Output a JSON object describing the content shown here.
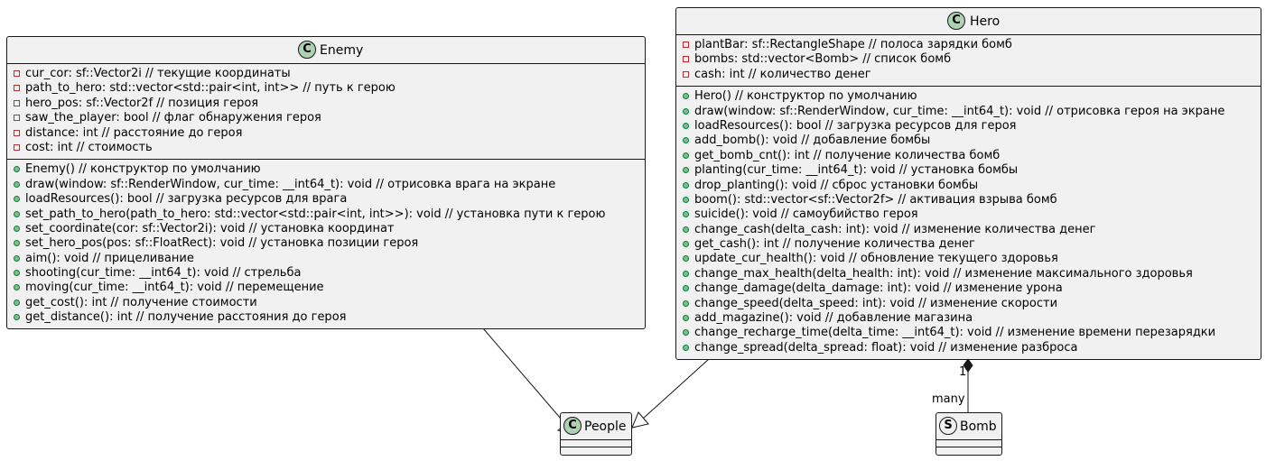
{
  "classes": {
    "enemy": {
      "name": "Enemy",
      "stereotype": "C",
      "fields": [
        {
          "vis": "private",
          "text": "cur_cor: sf::Vector2i // текущие координаты"
        },
        {
          "vis": "private",
          "text": "path_to_hero: std::vector<std::pair<int, int>> // путь к герою"
        },
        {
          "vis": "private",
          "text": "hero_pos: sf::Vector2f // позиция героя"
        },
        {
          "vis": "private",
          "text": "saw_the_player: bool // флаг обнаружения героя"
        },
        {
          "vis": "private",
          "text": "distance: int // расстояние до героя"
        },
        {
          "vis": "private",
          "text": "cost: int // стоимость"
        }
      ],
      "methods": [
        {
          "vis": "public",
          "text": "Enemy() // конструктор по умолчанию"
        },
        {
          "vis": "public",
          "text": "draw(window: sf::RenderWindow, cur_time: __int64_t): void // отрисовка врага на экране"
        },
        {
          "vis": "public",
          "text": "loadResources(): bool // загрузка ресурсов для врага"
        },
        {
          "vis": "public",
          "text": "set_path_to_hero(path_to_hero: std::vector<std::pair<int, int>>): void // установка пути к герою"
        },
        {
          "vis": "public",
          "text": "set_coordinate(cor: sf::Vector2i): void // установка координат"
        },
        {
          "vis": "public",
          "text": "set_hero_pos(pos: sf::FloatRect): void // установка позиции героя"
        },
        {
          "vis": "public",
          "text": "aim(): void // прицеливание"
        },
        {
          "vis": "public",
          "text": "shooting(cur_time: __int64_t): void // стрельба"
        },
        {
          "vis": "public",
          "text": "moving(cur_time: __int64_t): void // перемещение"
        },
        {
          "vis": "public",
          "text": "get_cost(): int // получение стоимости"
        },
        {
          "vis": "public",
          "text": "get_distance(): int // получение расстояния до героя"
        }
      ]
    },
    "hero": {
      "name": "Hero",
      "stereotype": "C",
      "fields": [
        {
          "vis": "private",
          "text": "plantBar: sf::RectangleShape // полоса зарядки бомб"
        },
        {
          "vis": "private",
          "text": "bombs: std::vector<Bomb> // список бомб"
        },
        {
          "vis": "private",
          "text": "cash: int // количество денег"
        }
      ],
      "methods": [
        {
          "vis": "public",
          "text": "Hero() // конструктор по умолчанию"
        },
        {
          "vis": "public",
          "text": "draw(window: sf::RenderWindow, cur_time: __int64_t): void // отрисовка героя на экране"
        },
        {
          "vis": "public",
          "text": "loadResources(): bool // загрузка ресурсов для героя"
        },
        {
          "vis": "public",
          "text": "add_bomb(): void // добавление бомбы"
        },
        {
          "vis": "public",
          "text": "get_bomb_cnt(): int // получение количества бомб"
        },
        {
          "vis": "public",
          "text": "planting(cur_time: __int64_t): void // установка бомбы"
        },
        {
          "vis": "public",
          "text": "drop_planting(): void // сброс установки бомбы"
        },
        {
          "vis": "public",
          "text": "boom(): std::vector<sf::Vector2f> // активация взрыва бомб"
        },
        {
          "vis": "public",
          "text": "suicide(): void // самоубийство героя"
        },
        {
          "vis": "public",
          "text": "change_cash(delta_cash: int): void // изменение количества денег"
        },
        {
          "vis": "public",
          "text": "get_cash(): int // получение количества денег"
        },
        {
          "vis": "public",
          "text": "update_cur_health(): void // обновление текущего здоровья"
        },
        {
          "vis": "public",
          "text": "change_max_health(delta_health: int): void // изменение максимального здоровья"
        },
        {
          "vis": "public",
          "text": "change_damage(delta_damage: int): void // изменение урона"
        },
        {
          "vis": "public",
          "text": "change_speed(delta_speed: int): void // изменение скорости"
        },
        {
          "vis": "public",
          "text": "add_magazine(): void // добавление магазина"
        },
        {
          "vis": "public",
          "text": "change_recharge_time(delta_time: __int64_t): void // изменение времени перезарядки"
        },
        {
          "vis": "public",
          "text": "change_spread(delta_spread: float): void // изменение разброса"
        }
      ]
    },
    "people": {
      "name": "People",
      "stereotype": "C"
    },
    "bomb": {
      "name": "Bomb",
      "stereotype": "S"
    }
  },
  "relations": {
    "composition": {
      "from": "Hero",
      "to": "Bomb",
      "from_multiplicity": "1",
      "to_multiplicity": "many"
    },
    "inheritance": [
      {
        "child": "Enemy",
        "parent": "People"
      },
      {
        "child": "Hero",
        "parent": "People"
      }
    ]
  },
  "colors": {
    "class_fill": "#f1f1f1",
    "border": "#181818",
    "class_badge": "#add1b2",
    "private_marker": "#c82930",
    "public_marker_fill": "#84be84",
    "public_marker_border": "#038048"
  }
}
